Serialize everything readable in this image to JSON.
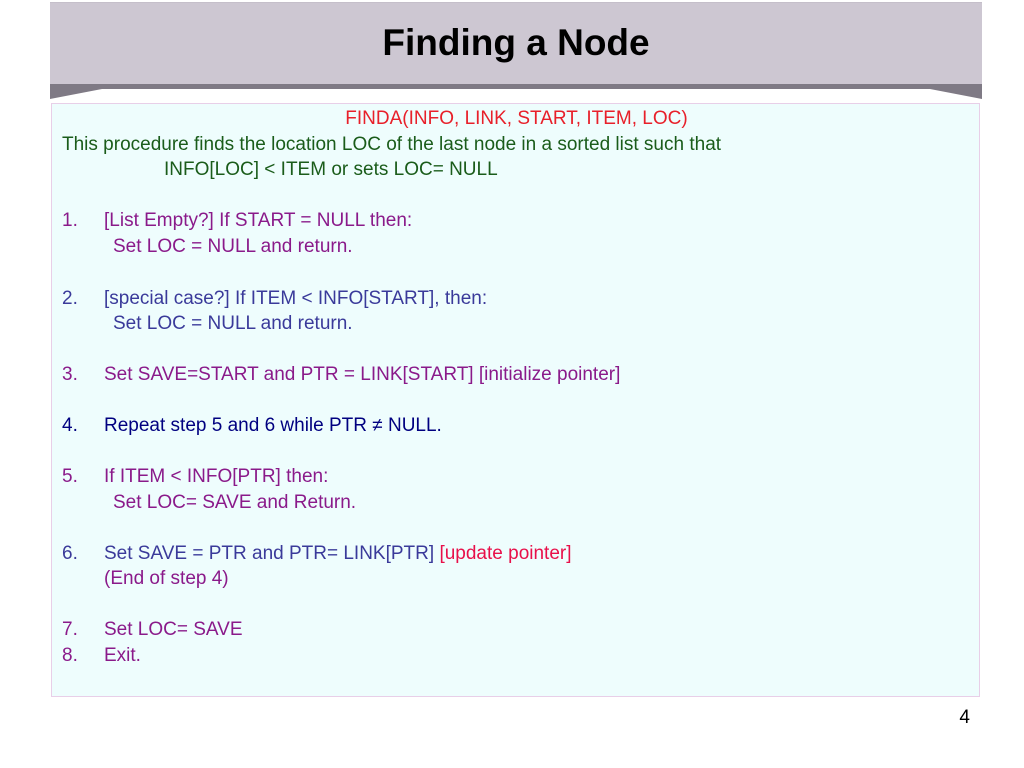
{
  "slide": {
    "title": "Finding a Node",
    "page_number": "4"
  },
  "colors": {
    "banner_fill": "#cdc7d2",
    "banner_shadow": "#7f7a85",
    "box_background": "#eefdfd",
    "box_border": "#e8cfe8",
    "signature": "#e8202a",
    "description": "#1a5c1a",
    "step_purple": "#8a1a8a",
    "step_blue": "#3a3a9a",
    "step_navy": "#000080",
    "comment_red": "#e8104a"
  },
  "procedure": {
    "signature": "FINDA(INFO, LINK, START, ITEM, LOC)",
    "description_line1": "This procedure finds the location LOC of the last node in a sorted list such that",
    "description_line2": "INFO[LOC] < ITEM or sets LOC= NULL"
  },
  "steps": [
    {
      "num": "1.",
      "line1": "[List Empty?] If START = NULL then:",
      "line2": "Set LOC = NULL and return."
    },
    {
      "num": "2.",
      "line1": "[special case?] If ITEM < INFO[START], then:",
      "line2": "Set LOC = NULL and return."
    },
    {
      "num": "3.",
      "line1": "Set SAVE=START and PTR = LINK[START] [initialize pointer]"
    },
    {
      "num": "4.",
      "line1": "Repeat step 5 and 6 while PTR ≠ NULL."
    },
    {
      "num": "5.",
      "line1": "If ITEM < INFO[PTR] then:",
      "line2": "Set LOC= SAVE and Return."
    },
    {
      "num": "6.",
      "line1_main": "Set SAVE = PTR and PTR= LINK[PTR] ",
      "line1_comment": "[update pointer]",
      "line2": "(End of step 4)"
    },
    {
      "num": "7.",
      "line1": "Set LOC= SAVE"
    },
    {
      "num": "8.",
      "line1": "Exit."
    }
  ]
}
